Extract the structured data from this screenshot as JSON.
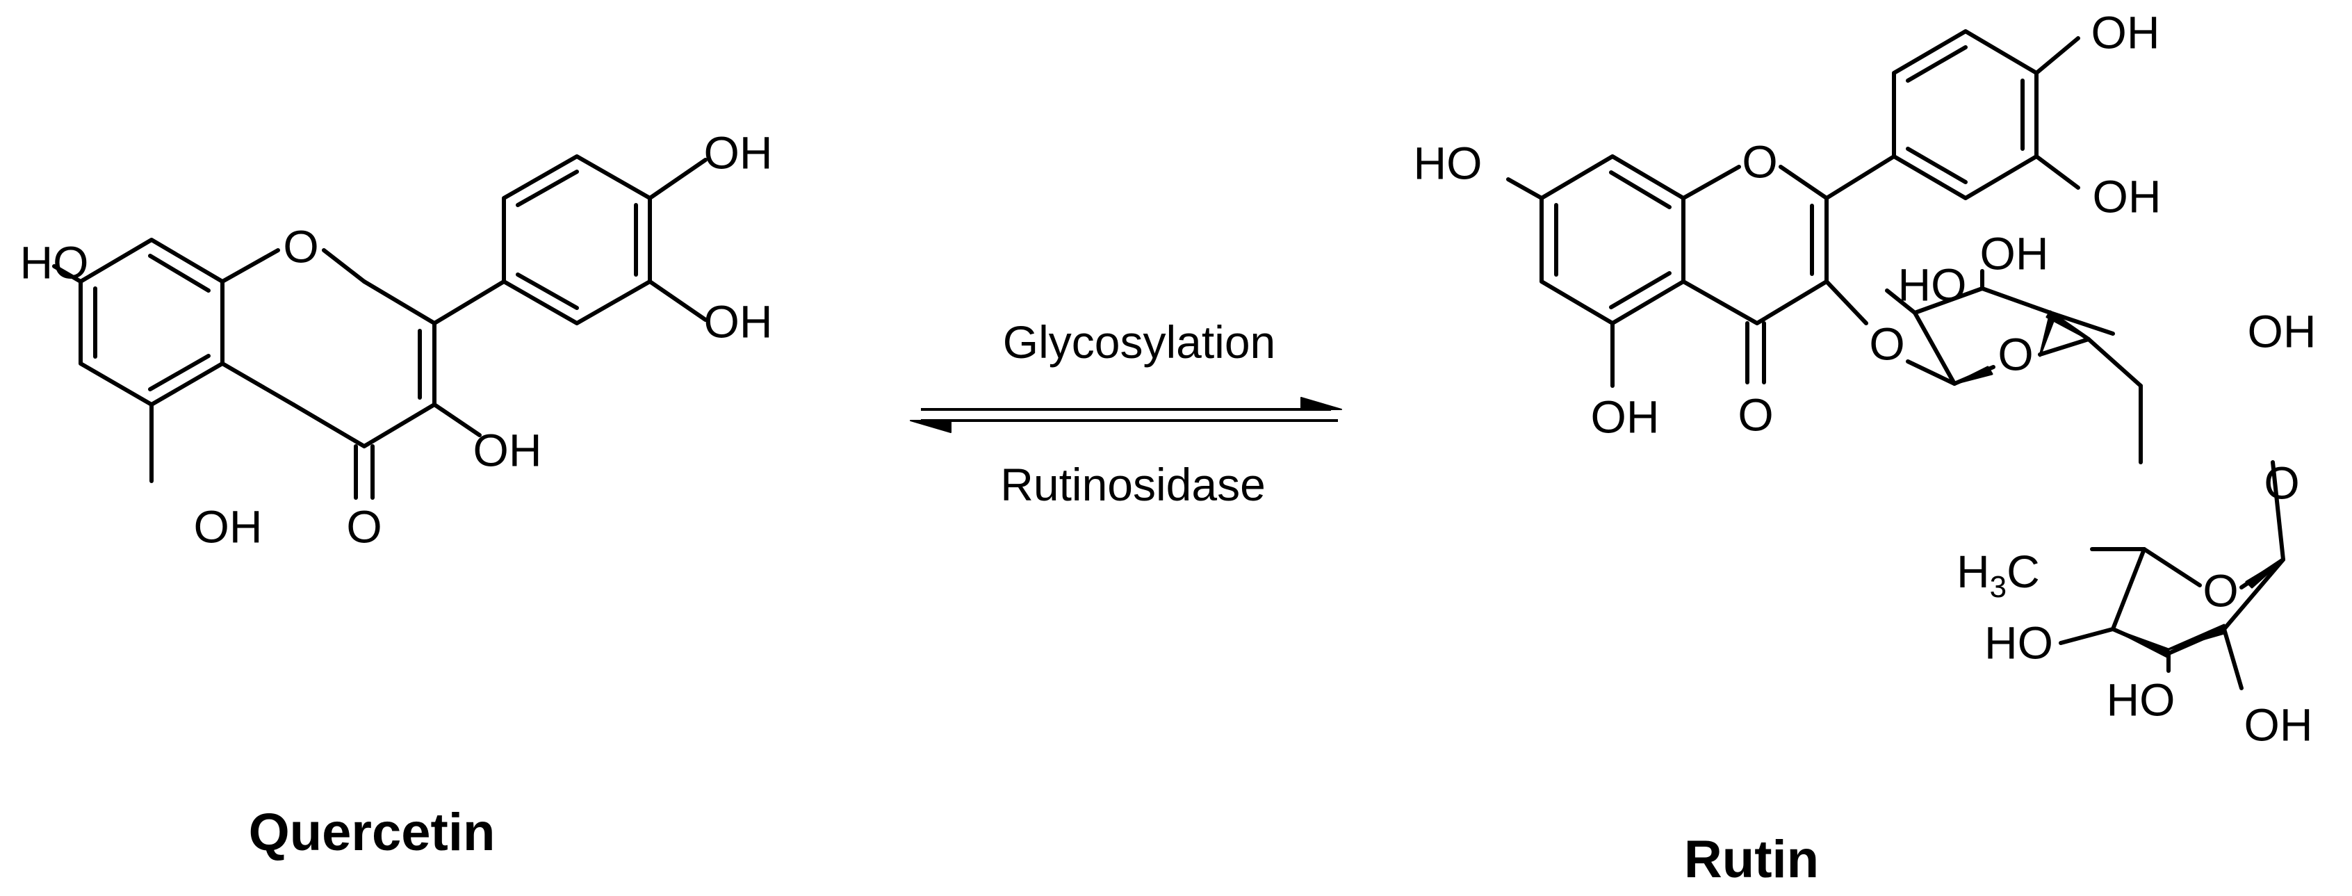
{
  "reaction": {
    "forward_label": "Glycosylation",
    "reverse_label": "Rutinosidase"
  },
  "quercetin": {
    "name": "Quercetin",
    "atoms": {
      "oh_4prime": "OH",
      "oh_3prime": "OH",
      "ho_7": "HO",
      "oh_3": "OH",
      "oh_5": "OH",
      "o_carbonyl": "O",
      "o_ring": "O"
    }
  },
  "rutin": {
    "name": "Rutin",
    "atoms": {
      "oh_4prime": "OH",
      "oh_3prime": "OH",
      "ho_7": "HO",
      "oh_5": "OH",
      "o_carbonyl": "O",
      "o_ring": "O",
      "o_glycosidic": "O",
      "glc_ho_2": "HO",
      "glc_oh_3": "OH",
      "glc_oh_4": "OH",
      "glc_o_ring": "O",
      "o_link": "O",
      "rha_methyl_base": "H",
      "rha_methyl_subscript": "3",
      "rha_methyl_c": "C",
      "rha_o_ring": "O",
      "rha_ho_4": "HO",
      "rha_ho_3": "HO",
      "rha_oh_2": "OH"
    }
  }
}
